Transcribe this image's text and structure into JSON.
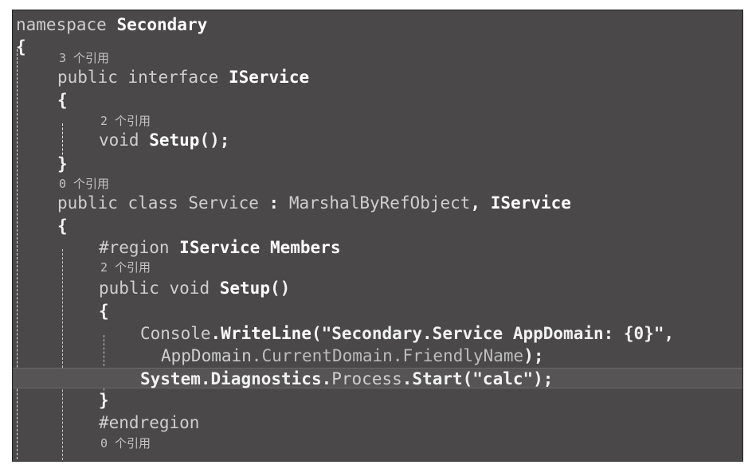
{
  "lines": [
    {
      "kind": "code",
      "indent": 0,
      "tokens": [
        {
          "t": "namespace",
          "c": "kw"
        },
        {
          "t": " "
        },
        {
          "t": "Secondary",
          "c": "sym"
        }
      ]
    },
    {
      "kind": "code",
      "indent": 0,
      "tokens": [
        {
          "t": "{"
        }
      ]
    },
    {
      "kind": "lens",
      "indent": 1,
      "text": "3 个引用"
    },
    {
      "kind": "code",
      "indent": 1,
      "tokens": [
        {
          "t": "public",
          "c": "kw"
        },
        {
          "t": " "
        },
        {
          "t": "interface",
          "c": "kw"
        },
        {
          "t": " "
        },
        {
          "t": "IService",
          "c": "sym"
        }
      ]
    },
    {
      "kind": "code",
      "indent": 1,
      "tokens": [
        {
          "t": "{"
        }
      ]
    },
    {
      "kind": "lens",
      "indent": 2,
      "text": "2 个引用"
    },
    {
      "kind": "code",
      "indent": 2,
      "tokens": [
        {
          "t": "void",
          "c": "kw"
        },
        {
          "t": " "
        },
        {
          "t": "Setup",
          "c": "sym"
        },
        {
          "t": "();"
        }
      ]
    },
    {
      "kind": "code",
      "indent": 1,
      "tokens": [
        {
          "t": "}"
        }
      ]
    },
    {
      "kind": "lens",
      "indent": 1,
      "text": "0 个引用"
    },
    {
      "kind": "code",
      "indent": 1,
      "tokens": [
        {
          "t": "public",
          "c": "kw"
        },
        {
          "t": " "
        },
        {
          "t": "class",
          "c": "kw"
        },
        {
          "t": " "
        },
        {
          "t": "Service",
          "c": "kw"
        },
        {
          "t": " : "
        },
        {
          "t": "MarshalByRefObject",
          "c": "kw"
        },
        {
          "t": ", "
        },
        {
          "t": "IService",
          "c": "sym"
        }
      ]
    },
    {
      "kind": "code",
      "indent": 1,
      "tokens": [
        {
          "t": "{"
        }
      ]
    },
    {
      "kind": "code",
      "indent": 2,
      "tokens": [
        {
          "t": "#region",
          "c": "kw"
        },
        {
          "t": " "
        },
        {
          "t": "IService Members",
          "c": "sym"
        }
      ]
    },
    {
      "kind": "lens",
      "indent": 2,
      "text": "2 个引用"
    },
    {
      "kind": "code",
      "indent": 2,
      "tokens": [
        {
          "t": "public",
          "c": "kw"
        },
        {
          "t": " "
        },
        {
          "t": "void",
          "c": "kw"
        },
        {
          "t": " "
        },
        {
          "t": "Setup",
          "c": "sym"
        },
        {
          "t": "()"
        }
      ]
    },
    {
      "kind": "code",
      "indent": 2,
      "tokens": [
        {
          "t": "{"
        }
      ]
    },
    {
      "kind": "code",
      "indent": 3,
      "tokens": [
        {
          "t": "Console",
          "c": "kw"
        },
        {
          "t": "."
        },
        {
          "t": "WriteLine",
          "c": "sym"
        },
        {
          "t": "(\"Secondary.Service AppDomain: {0}\","
        }
      ]
    },
    {
      "kind": "code",
      "indent": 3,
      "extra": 2,
      "tokens": [
        {
          "t": "AppDomain",
          "c": "kw"
        },
        {
          "t": ".",
          "c": "dim"
        },
        {
          "t": "CurrentDomain",
          "c": "dim"
        },
        {
          "t": ".",
          "c": "dim"
        },
        {
          "t": "FriendlyName",
          "c": "dim"
        },
        {
          "t": ");"
        }
      ]
    },
    {
      "kind": "code",
      "indent": 3,
      "current": true,
      "tokens": [
        {
          "t": "System"
        },
        {
          "t": "."
        },
        {
          "t": "Diagnostics"
        },
        {
          "t": "."
        },
        {
          "t": "Process",
          "c": "kw"
        },
        {
          "t": "."
        },
        {
          "t": "Start"
        },
        {
          "t": "(\"calc\");"
        }
      ]
    },
    {
      "kind": "code",
      "indent": 2,
      "tokens": [
        {
          "t": "}"
        }
      ]
    },
    {
      "kind": "code",
      "indent": 2,
      "tokens": [
        {
          "t": "#endregion",
          "c": "kw"
        }
      ]
    },
    {
      "kind": "lens",
      "indent": 2,
      "text": "0 个引用"
    }
  ]
}
